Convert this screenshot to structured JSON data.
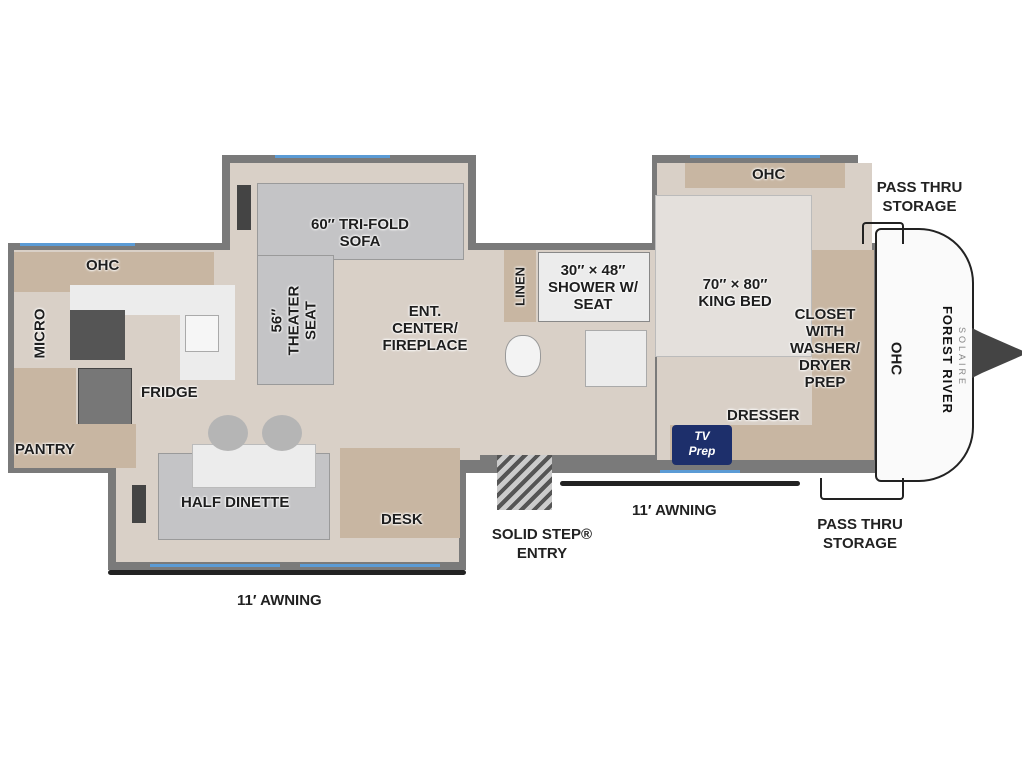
{
  "brand": {
    "name": "FOREST RIVER",
    "model": "SOLAIRE"
  },
  "rooms": {
    "ohc_kitchen": "OHC",
    "micro": "MICRO",
    "fridge": "FRIDGE",
    "pantry": "PANTRY",
    "sofa": [
      "60″ TRI-FOLD",
      "SOFA"
    ],
    "theater": [
      "56″",
      "THEATER",
      "SEAT"
    ],
    "ent": [
      "ENT.",
      "CENTER/",
      "FIREPLACE"
    ],
    "linen": "LINEN",
    "shower": [
      "30″ × 48″",
      "SHOWER W/",
      "SEAT"
    ],
    "bed": [
      "70″ × 80″",
      "KING BED"
    ],
    "ohc_bedroom": "OHC",
    "closet": [
      "CLOSET",
      "WITH",
      "WASHER/",
      "DRYER",
      "PREP"
    ],
    "ohc_front": "OHC",
    "dresser": "DRESSER",
    "tv_prep": [
      "TV",
      "Prep"
    ],
    "dinette": "HALF DINETTE",
    "desk": "DESK"
  },
  "exterior": {
    "pass_thru_top": [
      "PASS THRU",
      "STORAGE"
    ],
    "pass_thru_bottom": [
      "PASS THRU",
      "STORAGE"
    ],
    "entry": [
      "SOLID STEP®",
      "ENTRY"
    ],
    "awning_right": "11′ AWNING",
    "awning_left": "11′ AWNING"
  }
}
